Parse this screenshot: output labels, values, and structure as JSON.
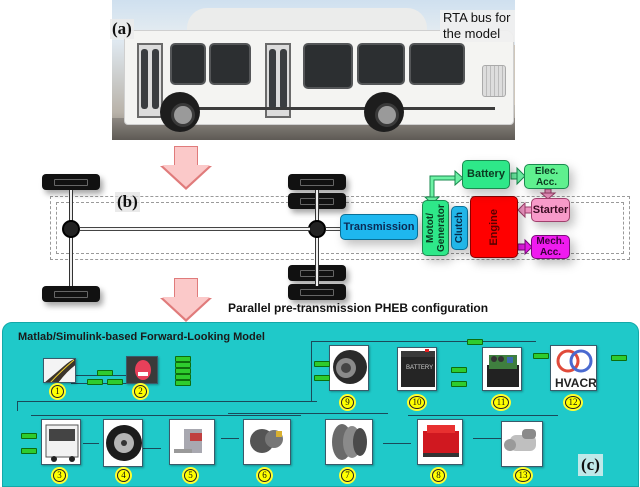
{
  "figure": {
    "panel_a": {
      "label": "(a)",
      "caption": "RTA bus for the model"
    },
    "panel_b": {
      "label": "(b)",
      "blocks": {
        "transmission": "Transmission",
        "motor_generator": "Motot/ Generator",
        "clutch": "Clutch",
        "engine": "Engine",
        "battery": "Battery",
        "elec_acc": "Elec. Acc.",
        "starter": "Starter",
        "mech_acc": "Mech. Acc."
      },
      "caption": "Parallel pre-transmission PHEB configuration"
    },
    "panel_c": {
      "label": "(c)",
      "title": "Matlab/Simulink-based Forward-Looking Model",
      "modules": [
        {
          "num": "1",
          "icon": "road-icon"
        },
        {
          "num": "2",
          "icon": "driver-pedal-icon"
        },
        {
          "num": "3",
          "icon": "bus-icon"
        },
        {
          "num": "4",
          "icon": "wheel-icon"
        },
        {
          "num": "5",
          "icon": "final-drive-icon"
        },
        {
          "num": "6",
          "icon": "gearbox-icon"
        },
        {
          "num": "7",
          "icon": "clutch-icon"
        },
        {
          "num": "8",
          "icon": "engine-icon"
        },
        {
          "num": "9",
          "icon": "motor-icon"
        },
        {
          "num": "10",
          "icon": "battery-icon"
        },
        {
          "num": "11",
          "icon": "power-electronics-icon"
        },
        {
          "num": "12",
          "icon": "hvacr-icon"
        },
        {
          "num": "13",
          "icon": "starter-icon"
        }
      ],
      "hvacr_text": "HVACR",
      "battery_text": "BATTERY"
    }
  },
  "colors": {
    "arrow_fill": "#fbc9c9",
    "arrow_stroke": "#e07b7b",
    "panel_bg": "#1fc9c9",
    "transmission": "#1eb7ef",
    "motor": "#2ee889",
    "engine": "#ff0000",
    "starter": "#f79ac9",
    "mech_acc": "#ef1bef",
    "badge": "#ffff00"
  }
}
